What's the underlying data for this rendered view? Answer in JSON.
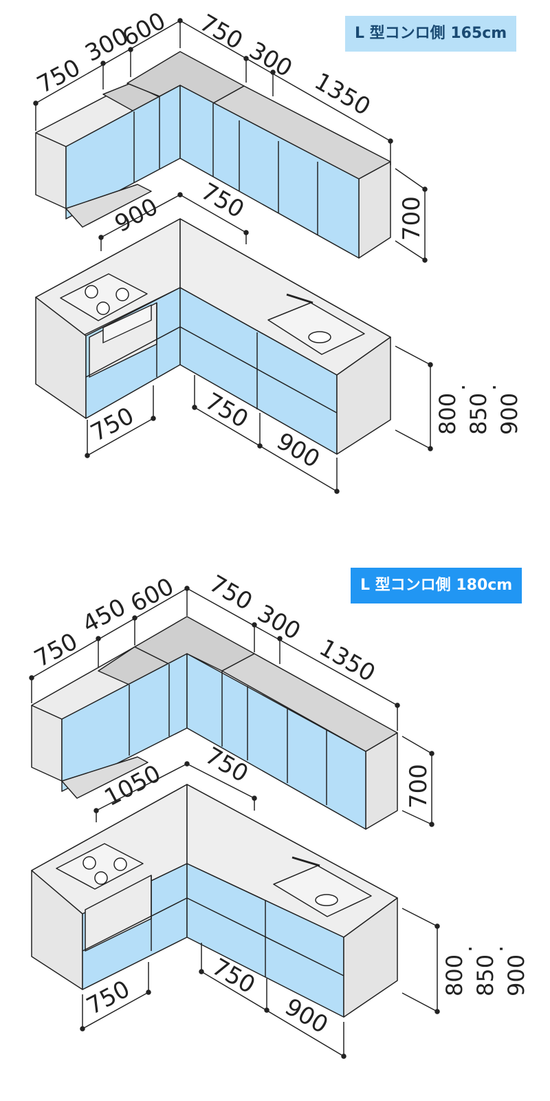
{
  "colors": {
    "door": "#b5def8",
    "top": "#d4d4d4",
    "side": "#e4e4e4",
    "line": "#222222",
    "badge1": "#b8e0f8",
    "badge2": "#2196f3"
  },
  "panels": [
    {
      "badge": "L 型コンロ側 165cm",
      "badge_bg": "#b8e0f8",
      "badge_fg": "#1a4a73",
      "upper": {
        "d1": "750",
        "d2": "300",
        "d3": "600",
        "d4": "750",
        "d5": "300",
        "d6": "1350",
        "h": "700"
      },
      "counter": {
        "c1": "900",
        "c2": "750"
      },
      "lower": {
        "l1": "750",
        "l2": "750",
        "l3": "900"
      },
      "heights": [
        "800",
        "850",
        "900"
      ]
    },
    {
      "badge": "L 型コンロ側 180cm",
      "badge_bg": "#2196f3",
      "badge_fg": "#ffffff",
      "upper": {
        "d1": "750",
        "d2": "450",
        "d3": "600",
        "d4": "750",
        "d5": "300",
        "d6": "1350",
        "h": "700"
      },
      "counter": {
        "c1": "1050",
        "c2": "750"
      },
      "lower": {
        "l1": "750",
        "l2": "750",
        "l3": "900"
      },
      "heights": [
        "800",
        "850",
        "900"
      ]
    }
  ]
}
